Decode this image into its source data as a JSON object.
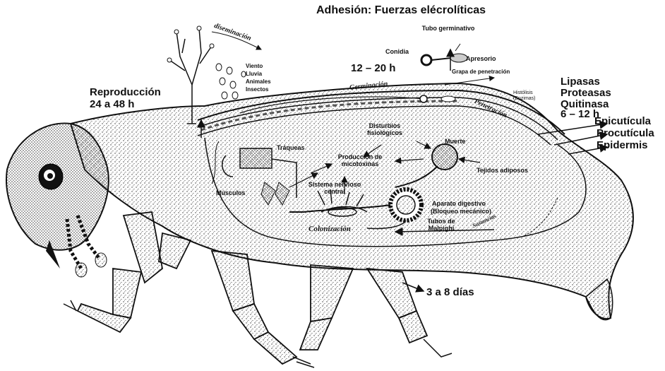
{
  "title": "Adhesión: Fuerzas elécrolíticas",
  "labels": {
    "tubo_germinativo": "Tubo germinativo",
    "conidia": "Conidia",
    "apresorio": "Apresorio",
    "grapa": "Grapa de penetración",
    "tiempo_germinacion": "12 – 20 h",
    "diseminacion": "diseminación",
    "viento_list": [
      "Viento",
      "Lluvia",
      "Animales",
      "Insectos"
    ],
    "reproduccion": "Reproducción",
    "reproduccion_tiempo": "24 a 48 h",
    "germinacion": "Germinación",
    "penetracion": "Penetración",
    "histolisis": "Histólisis",
    "enzimas": "(Enzimas)",
    "enzimas_list": [
      "Lipasas",
      "Proteasas",
      "Quitinasa"
    ],
    "penetracion_tiempo": "6 – 12 h",
    "capas": [
      "Epicutícula",
      "Procutícula",
      "Epidermis"
    ],
    "disturbios": "Disturbios fisiológicos",
    "muerte": "Muerte",
    "traqueas": "Tráqueas",
    "produccion": "Producción de micotoxinas",
    "tejidos": "Tejidos adiposos",
    "musculos": "Músculos",
    "sistema_nervioso": "Sistema nervioso central",
    "aparato_digestivo": "Aparato digestivo",
    "bloqueo": "(Bloqueo mecánico)",
    "tubos_malpighi": "Tubos de Malpighi",
    "sustancias": "Sustancias",
    "colonizacion": "Colonización",
    "colonizacion_tiempo": "3 a 8 días"
  }
}
